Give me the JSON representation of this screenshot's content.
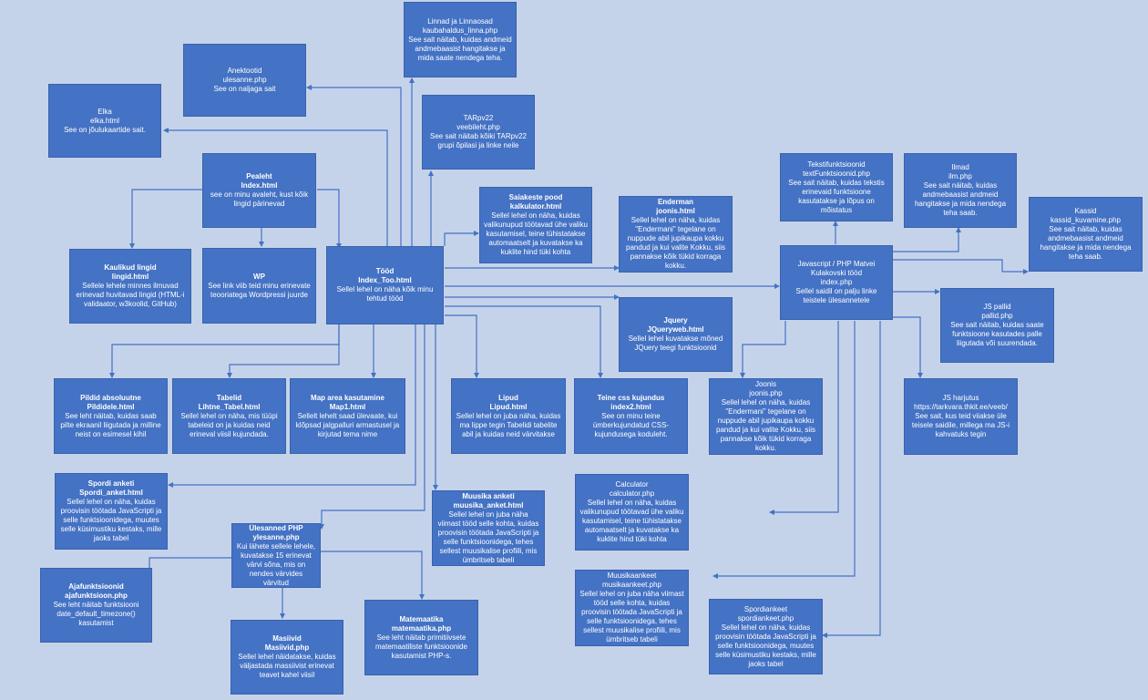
{
  "colors": {
    "background": "#c5d3ea",
    "node_fill": "#4472c4",
    "text": "#ffffff",
    "edge": "#4472c4"
  },
  "nodes": {
    "linnad": {
      "title": "Linnad ja Linnaosad",
      "file": "kaubahaldus_linna.php",
      "desc": "See sait näitab, kuidas andmeid andmebaasist hangitakse ja mida saate nendega teha.",
      "bold": false
    },
    "anekdootid": {
      "title": "Anektootid",
      "file": "ulesanne.php",
      "desc": "See on naljaga sait",
      "bold": false
    },
    "elka": {
      "title": "Elka",
      "file": "elka.html",
      "desc": "See on jõulukaartide sait.",
      "bold": false
    },
    "tarpv22": {
      "title": "TARpv22",
      "file": "veebileht.php",
      "desc": "See sait näitab kõiki TARpv22 grupi õpilasi ja linke neile",
      "bold": false
    },
    "pealeht": {
      "title": "Pealeht",
      "file": "Index.html",
      "desc": "see on minu avaleht, kust kõik lingid pärinevad",
      "bold": true
    },
    "saiakeste": {
      "title": "Saiakeste pood",
      "file": "kalkulator.html",
      "desc": "Sellel lehel on näha, kuidas valikunupud töötavad ühe valiku kasutamisel, teine tühistatakse automaatselt ja kuvatakse ka kuklite hind tüki kohta",
      "bold": true
    },
    "enderman": {
      "title": "Enderman",
      "file": "joonis.html",
      "desc": "Sellel lehel on näha, kuidas \"Endermani\" tegelane on nuppude abil jupikaupa kokku pandud ja kui valite Kokku, siis pannakse kõik tükid korraga kokku.",
      "bold": true
    },
    "tekstifunktsioonid": {
      "title": "Tekstifunktsioonid",
      "file": "textFunktsioonid.php",
      "desc": "See sait näitab, kuidas tekstis erinevaid funktsioone kasutatakse ja lõpus on mõistatus",
      "bold": false
    },
    "ilmad": {
      "title": "Ilmad",
      "file": "ilm.php",
      "desc": "See sait näitab, kuidas andmebaasist andmeid hangitakse ja mida nendega teha saab.",
      "bold": false
    },
    "kassid": {
      "title": "Kassid",
      "file": "kassid_kuvamine.php",
      "desc": "See sait näitab, kuidas andmebaasist andmeid hangitakse ja mida nendega teha saab.",
      "bold": false
    },
    "kasulikud": {
      "title": "Kaulikud lingid",
      "file": "lingid.html",
      "desc": "Sellele lehele minnes ilmuvad erinevad huvitavad lingid (HTML-i validaator, w3koolid, GitHub)",
      "bold": true
    },
    "wp": {
      "title": "WP",
      "file": "",
      "desc": "See link viib teid minu erinevate teooriatega Wordpressi juurde",
      "bold": true
    },
    "tood": {
      "title": "Tööd",
      "file": "Index_Too.html",
      "desc": "Sellel lehel on näha kõik minu tehtud tööd",
      "bold": true
    },
    "matvei": {
      "title": "Javascript / PHP Matvei Kulakovski tööd",
      "file": "index.php",
      "desc": "Sellel saidil on palju linke teistele ülesannetele",
      "bold": false
    },
    "jspallid": {
      "title": "JS pallid",
      "file": "pallid.php",
      "desc": "See sait näitab, kuidas saate funktsioone kasutades palle liigutada või suurendada.",
      "bold": false
    },
    "jquery": {
      "title": "Jquery",
      "file": "JQueryweb.html",
      "desc": "Sellel lehel kuvatakse mõned JQuery teegi funktsioonid",
      "bold": true
    },
    "pildid": {
      "title": "Pildid absoluutne",
      "file": "Pildidele.html",
      "desc": "See leht näitab, kuidas saab pilte ekraanil liigutada ja milline neist on esimesel kihil",
      "bold": true
    },
    "tabelid": {
      "title": "Tabelid",
      "file": "Lihtne_Tabel.html",
      "desc": "Sellel lehel on näha, mis tüüpi tabeleid on ja kuidas neid erineval viisil kujundada.",
      "bold": true
    },
    "maparea": {
      "title": "Map area kasutamine",
      "file": "Map1.html",
      "desc": "Sellelt lehelt saad ülevaate, kui klõpsad jalgpalluri armastusel ja kirjutad tema nime",
      "bold": true
    },
    "lipud": {
      "title": "Lipud",
      "file": "Lipud.html",
      "desc": "Sellel lehel on juba näha, kuidas ma lippe tegin Tabelidi tabelite abil ja kuidas neid värvitakse",
      "bold": true
    },
    "teinecss": {
      "title": "Teine css kujundus",
      "file": "index2.html",
      "desc": "See on minu teine ümberkujundatud CSS-kujundusega koduleht.",
      "bold": true
    },
    "joonis": {
      "title": "Joonis",
      "file": "joonis.php",
      "desc": "Sellel lehel on näha, kuidas \"Endermani\" tegelane on nuppude abil jupikaupa kokku pandud ja kui valite Kokku, siis pannakse kõik tükid korraga kokku.",
      "bold": false
    },
    "jsharjutus": {
      "title": "JS harjutus",
      "file": "https://tarkvara.thkit.ee/veeb/",
      "desc": "See sait, kus teid viiakse üle teisele saidile, millega ma JS-i kahvatuks tegin",
      "bold": false
    },
    "spordi": {
      "title": "Spordi anketi",
      "file": "Spordi_anket.html",
      "desc": "Sellel lehel on näha, kuidas proovisin töötada JavaScripti ja selle funktsioonidega, muutes selle küsimustiku kestaks, mille jaoks tabel",
      "bold": true
    },
    "muusika": {
      "title": "Muusika anketi",
      "file": "muusika_anket.html",
      "desc": "Sellel lehel on juba näha viimast tööd selle kohta, kuidas proovisin töötada JavaScripti ja selle funktsioonidega, tehes sellest muusikalise profiili, mis ümbritseb tabeli",
      "bold": true
    },
    "calculator": {
      "title": "Calculator",
      "file": "calculator.php",
      "desc": "Sellel lehel on näha, kuidas valikunupud töötavad ühe valiku kasutamisel, teine tühistatakse automaatselt ja kuvatakse ka kuklite hind tüki kohta",
      "bold": false
    },
    "ulesanded": {
      "title": "Ülesanned PHP",
      "file": "ylesanne.php",
      "desc": "Kui lähete sellele lehele, kuvatakse 15 erinevat värvi sõna, mis on nendes värvides värvitud",
      "bold": true
    },
    "ajafunktsioonid": {
      "title": "Ajafunktsioonid",
      "file": "ajafunktsioon.php",
      "desc": "See leht näitab funktsiooni date_default_timezone() kasutamist",
      "bold": true
    },
    "massiivid": {
      "title": "Masiivid",
      "file": "Masiivid.php",
      "desc": "Sellel lehel näidatakse, kuidas väljastada massiivist erinevat teavet kahel viisil",
      "bold": true
    },
    "matemaatika": {
      "title": "Matemaatika",
      "file": "matemaatika.php",
      "desc": "See leht näitab primitiivsete matemaatiliste funktsioonide kasutamist PHP-s.",
      "bold": true
    },
    "muusikaankeet": {
      "title": "Muusikaankeet",
      "file": "musikaankeet.php",
      "desc": "Sellel lehel on juba näha viimast tööd selle kohta, kuidas proovisin töötada JavaScripti ja selle funktsioonidega, tehes sellest muusikalise profiili, mis ümbritseb tabeli",
      "bold": false
    },
    "spordiankeet": {
      "title": "Spordiankeet",
      "file": "spordiankeet.php",
      "desc": "Sellel lehel on näha, kuidas proovisin töötada JavaScripti ja selle funktsioonidega, muutes selle küsimustiku kestaks, mille jaoks tabel",
      "bold": false
    }
  }
}
